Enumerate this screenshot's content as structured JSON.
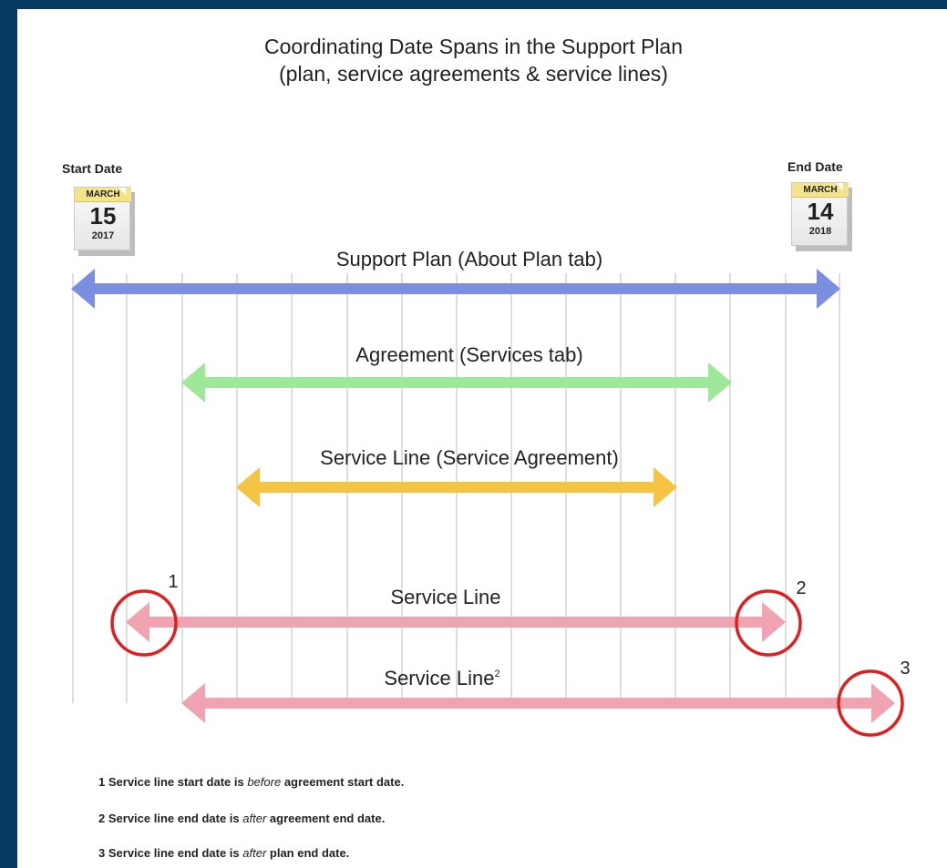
{
  "title": {
    "line1": "Coordinating Date Spans in the Support Plan",
    "line2": "(plan, service agreements & service lines)"
  },
  "start": {
    "label": "Start Date",
    "month": "MARCH",
    "day": "15",
    "year": "2017"
  },
  "end": {
    "label": "End Date",
    "month": "MARCH",
    "day": "14",
    "year": "2018"
  },
  "spans": [
    {
      "label": "Support Plan (About Plan tab)",
      "color": "#7b8fe0"
    },
    {
      "label": "Agreement (Services tab)",
      "color": "#9ee89a"
    },
    {
      "label": "Service Line (Service Agreement)",
      "color": "#f5c443"
    },
    {
      "label": "Service Line",
      "color": "#f0a4b1"
    },
    {
      "label": "Service Line",
      "superscript": "2",
      "color": "#f0a4b1"
    }
  ],
  "markers": [
    {
      "number": "1",
      "color": "#e02020"
    },
    {
      "number": "2",
      "color": "#e02020"
    },
    {
      "number": "3",
      "color": "#e02020"
    }
  ],
  "footnotes": [
    {
      "number": "1",
      "before": "Service line start date is ",
      "emphasis": "before",
      "after": " agreement start date."
    },
    {
      "number": "2",
      "before": "Service line end date is ",
      "emphasis": "after",
      "after": " agreement end date."
    },
    {
      "number": "3",
      "before": "Service line end date is ",
      "emphasis": "after",
      "after": " plan end date."
    }
  ]
}
